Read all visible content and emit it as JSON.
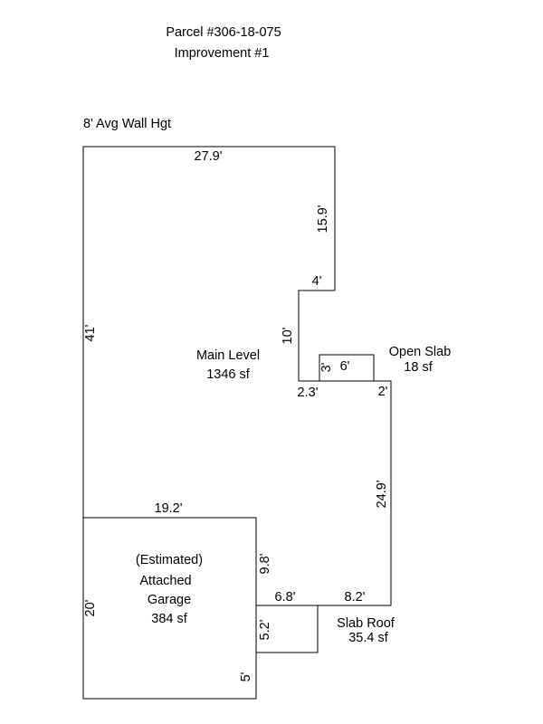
{
  "header": {
    "parcel": "Parcel #306-18-075",
    "improvement": "Improvement #1"
  },
  "wall_height": "8' Avg Wall Hgt",
  "areas": {
    "main": {
      "name": "Main Level",
      "size": "1346 sf"
    },
    "open_slab": {
      "name": "Open Slab",
      "size": "18 sf"
    },
    "garage": {
      "note": "(Estimated)",
      "line1": "Attached",
      "line2": "Garage",
      "size": "384 sf"
    },
    "slab_roof": {
      "name": "Slab Roof",
      "size": "35.4 sf"
    }
  },
  "dimensions": {
    "main_top": "27.9'",
    "main_right_upper": "15.9'",
    "main_step": "4'",
    "main_notch": "10'",
    "main_left": "41'",
    "main_notch_bottom": "2.3'",
    "open_slab_right": "2'",
    "open_slab_height": "3'",
    "open_slab_width": "6'",
    "main_right_lower": "24.9'",
    "garage_top": "19.2'",
    "garage_right": "9.8'",
    "garage_left": "20'",
    "slab_roof_top": "6.8'",
    "main_bottom_right": "8.2'",
    "slab_roof_side": "5.2'",
    "garage_right_lower": "5'"
  }
}
